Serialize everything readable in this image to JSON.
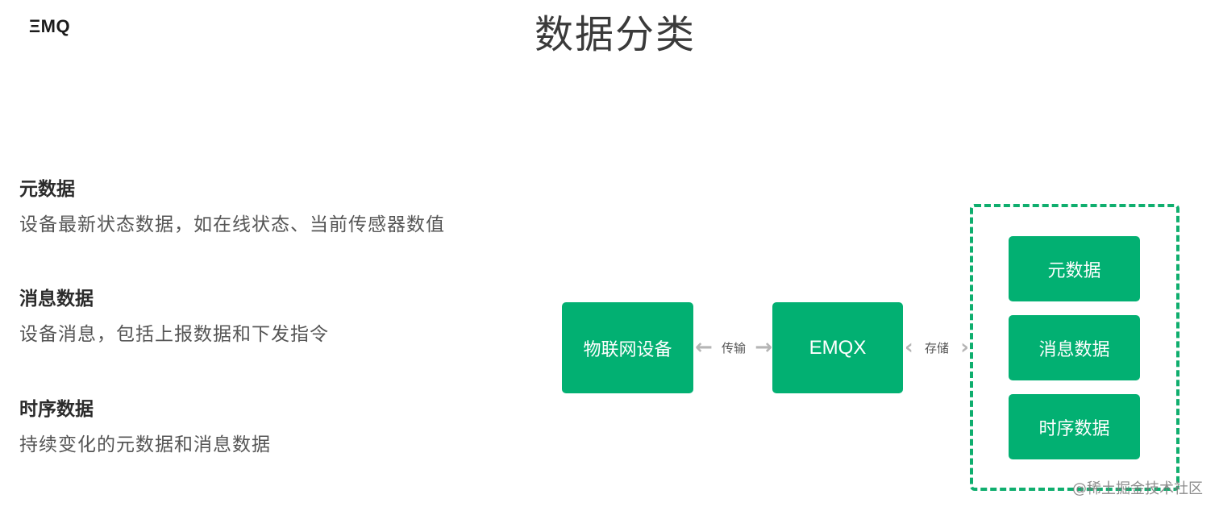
{
  "header": {
    "logo": "ΞMQ",
    "title": "数据分类"
  },
  "sections": [
    {
      "heading": "元数据",
      "description": "设备最新状态数据，如在线状态、当前传感器数值"
    },
    {
      "heading": "消息数据",
      "description": "设备消息，包括上报数据和下发指令"
    },
    {
      "heading": "时序数据",
      "description": "持续变化的元数据和消息数据"
    }
  ],
  "diagram": {
    "nodes": {
      "device": "物联网设备",
      "broker": "EMQX"
    },
    "connectors": {
      "transfer": {
        "label": "传输",
        "left_arrow": "←",
        "right_arrow": "→"
      },
      "storage": {
        "label": "存储",
        "left_arrow": "‹",
        "right_arrow": "›"
      }
    },
    "storage_group": {
      "items": [
        "元数据",
        "消息数据",
        "时序数据"
      ]
    },
    "colors": {
      "node_fill": "#02b072",
      "group_border": "#0fae6e",
      "arrow": "#b5b5b5"
    }
  },
  "watermark": "@稀土掘金技术社区"
}
